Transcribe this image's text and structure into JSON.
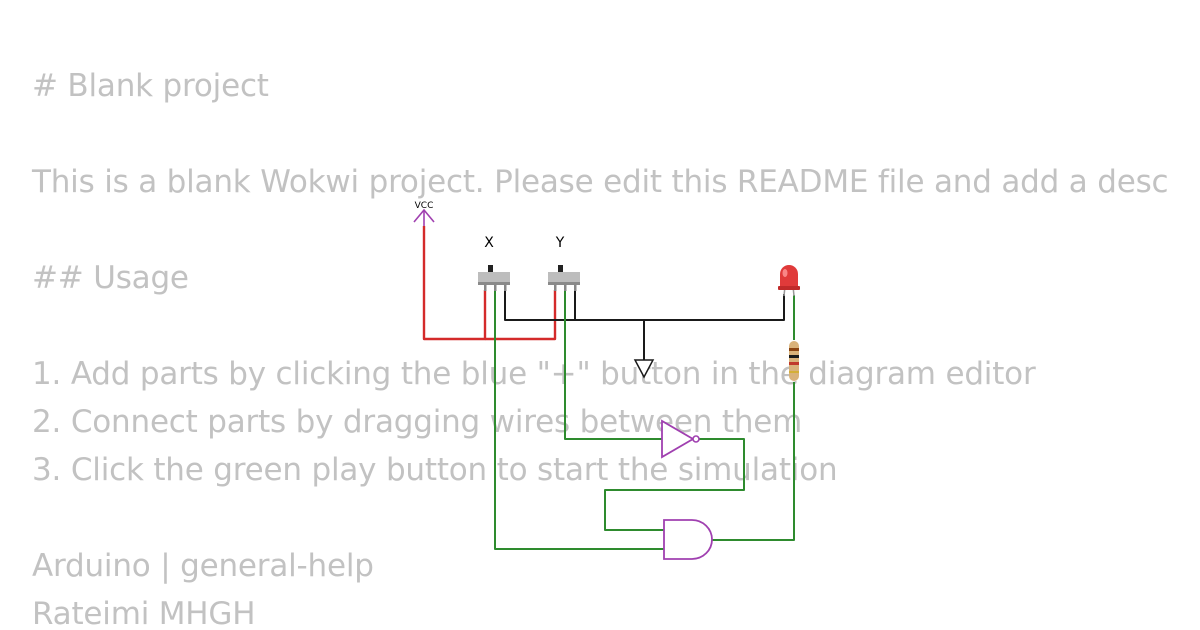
{
  "readme": {
    "heading": "# Blank project",
    "intro": "This is a blank Wokwi project. Please edit this README file and add a description of your design.",
    "usage_heading": "## Usage",
    "steps": [
      "1. Add parts by clicking the blue \"+\" button in the diagram editor",
      "2. Connect parts by dragging wires between them",
      "3. Click the green play button to start the simulation"
    ],
    "tags": "Arduino | general-help",
    "author": "Rateimi MHGH"
  },
  "diagram": {
    "vcc_label": "VCC",
    "switch_x_label": "X",
    "switch_y_label": "Y",
    "colors": {
      "wire_power": "#d42a2a",
      "wire_ground": "#1a1a1a",
      "wire_signal": "#2e8b2e",
      "gate": "#a040b0",
      "led": "#e03a3a",
      "switch_body": "#bdbdbd"
    },
    "icons": [
      "vcc-arrow-icon",
      "ground-symbol-icon",
      "slide-switch-icon",
      "led-icon",
      "resistor-icon",
      "not-gate-icon",
      "and-gate-icon"
    ]
  }
}
